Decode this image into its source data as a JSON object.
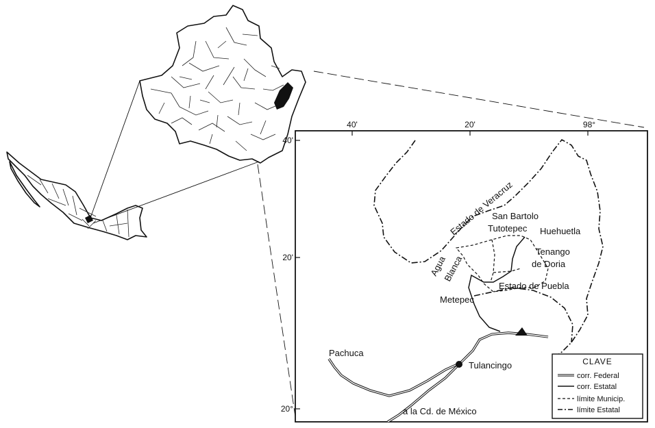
{
  "map": {
    "labels": {
      "veracruz": "Estado de Veracruz",
      "puebla": "Estado de Puebla",
      "san_bartolo": "San Bartolo",
      "tutotepec": "Tutotepec",
      "huehuetla": "Huehuetla",
      "tenango": "Tenango",
      "de_doria": "de Doria",
      "agua": "Agua",
      "blanca": "Blanca",
      "metepec": "Metepec",
      "pachuca": "Pachuca",
      "tulancingo": "Tulancingo",
      "cd_mexico": "a la Cd. de México"
    },
    "ticks": {
      "top_40": "40'",
      "top_20": "20'",
      "top_98": "98°",
      "left_40": "40'",
      "left_20": "20'",
      "left_20deg": "20°"
    },
    "legend": {
      "title": "CLAVE",
      "items": [
        "corr. Federal",
        "corr. Estatal",
        "límite Municip.",
        "límite Estatal"
      ]
    },
    "colors": {
      "ink": "#111111",
      "paper": "#ffffff"
    }
  }
}
